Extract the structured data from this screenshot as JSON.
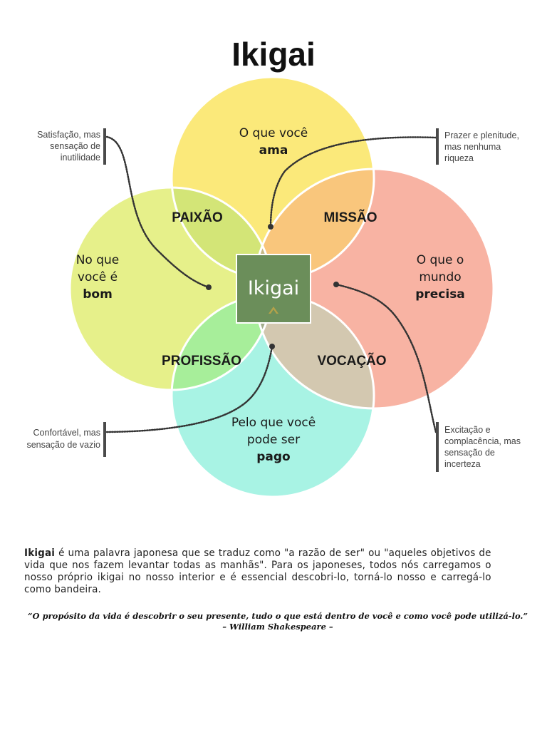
{
  "title": "Ikigai",
  "center_label": "Ikigai",
  "circles": {
    "top": {
      "line1": "O que você",
      "line2": "ama",
      "color": "#fbe97a"
    },
    "left": {
      "line1": "No que",
      "line2": "você é",
      "line3": "bom",
      "color": "#e6f08a"
    },
    "right": {
      "line1": "O que o",
      "line2": "mundo",
      "line3": "precisa",
      "color": "#f8b3a3"
    },
    "bottom": {
      "line1": "Pelo que você",
      "line2": "pode ser",
      "line3": "pago",
      "color": "#a8f3e4"
    }
  },
  "intersections": {
    "passion": "PAIXÃO",
    "mission": "MISSÃO",
    "profession": "PROFISSÃO",
    "vocation": "VOCAÇÃO"
  },
  "annotations": {
    "top_left": [
      "Satisfação, mas",
      "sensação de",
      "inutilidade"
    ],
    "top_right": [
      "Prazer e plenitude,",
      "mas nenhuma",
      "riqueza"
    ],
    "bottom_left": [
      "Confortável, mas",
      "sensação de vazio"
    ],
    "bottom_right": [
      "Excitação e",
      "complacência, mas",
      "sensação de",
      "incerteza"
    ]
  },
  "description": {
    "term": "Ikigai",
    "text": " é uma palavra japonesa que se traduz como \"a razão de ser\" ou \"aqueles objetivos de vida que nos fazem levantar todas as manhãs\". Para os japoneses, todos nós carregamos o nosso próprio ikigai no nosso interior e é essencial descobri-lo, torná-lo nosso e carregá-lo como bandeira."
  },
  "quote": {
    "text": "“O propósito da vida é descobrir o seu presente, tudo o que está dentro de você e como você pode utilizá-lo.”",
    "author": "– William Shakespeare –"
  }
}
